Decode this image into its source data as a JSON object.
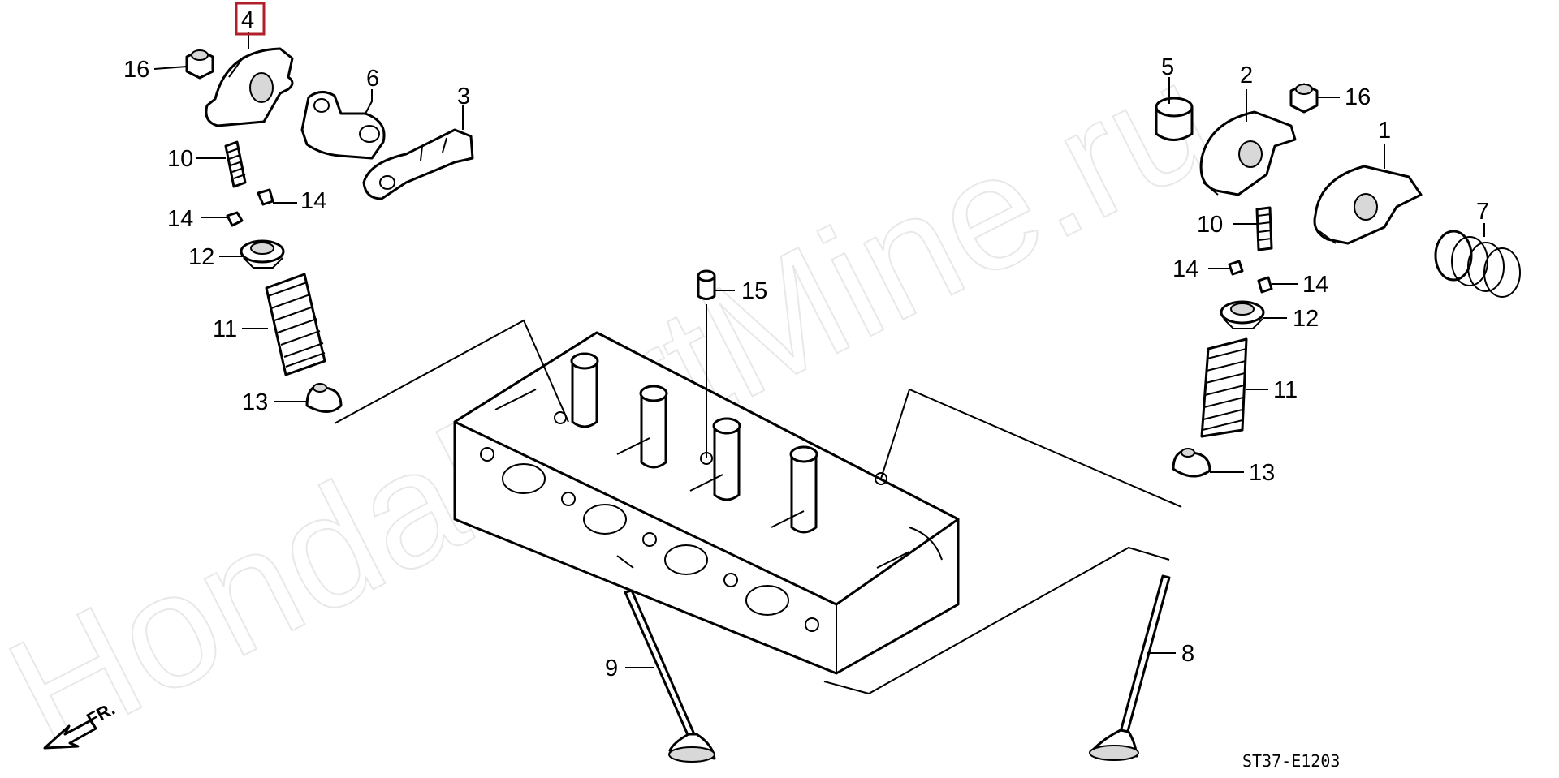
{
  "watermark": "HondaPartMine.ru",
  "diagram_code": "ST37-E1203",
  "front_label": "FR.",
  "highlighted_part": "4",
  "callouts": {
    "c4": "4",
    "c16a": "16",
    "c6": "6",
    "c3": "3",
    "c10a": "10",
    "c14a": "14",
    "c14b": "14",
    "c12a": "12",
    "c11a": "11",
    "c13a": "13",
    "c15": "15",
    "c5": "5",
    "c2": "2",
    "c16b": "16",
    "c1": "1",
    "c10b": "10",
    "c7": "7",
    "c14c": "14",
    "c14d": "14",
    "c12b": "12",
    "c11b": "11",
    "c13b": "13",
    "c9": "9",
    "c8": "8"
  },
  "colors": {
    "highlight": "#b0202a",
    "line": "#000000",
    "watermark": "#e8e8e8"
  }
}
